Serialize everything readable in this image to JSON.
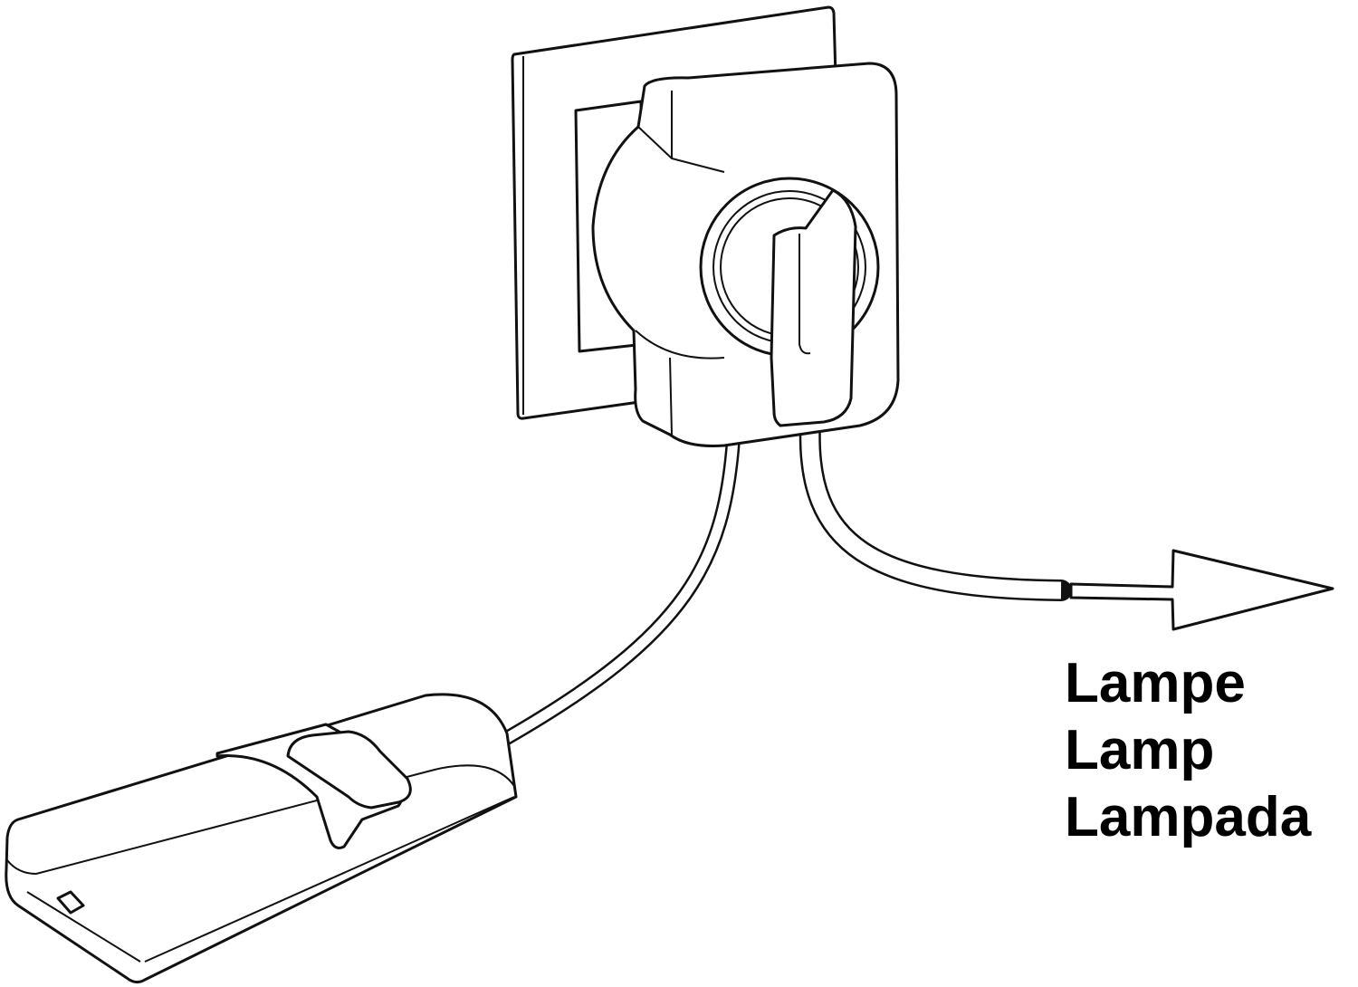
{
  "labels": {
    "de": "Lampe",
    "en": "Lamp",
    "it": "Lampada"
  }
}
